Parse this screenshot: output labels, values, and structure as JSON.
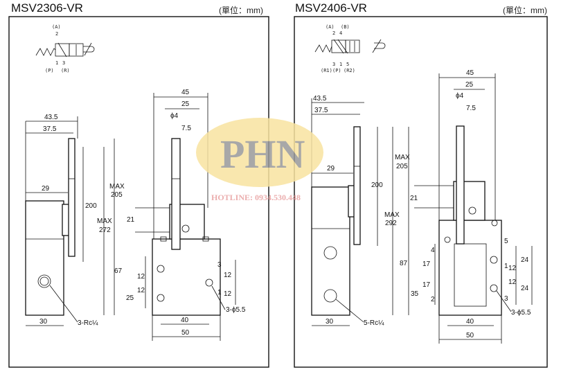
{
  "left": {
    "title": "MSV2306-VR",
    "unit": "(單位：mm)",
    "symbol": {
      "a": "(A)",
      "n2": "2",
      "n1": "1",
      "n3": "3",
      "p": "(P)",
      "r": "(R)"
    },
    "dims": {
      "d43_5": "43.5",
      "d37_5": "37.5",
      "d29": "29",
      "d200": "200",
      "d30": "30",
      "rc": "3-Rc¼",
      "d45": "45",
      "d25": "25",
      "phi4": "ϕ4",
      "d7_5": "7.5",
      "max": "MAX",
      "d205": "205",
      "max2": "MAX",
      "d272": "272",
      "d67": "67",
      "d21": "21",
      "d12a": "12",
      "d12b": "12",
      "d25b": "25",
      "p3": "3",
      "d12c": "12",
      "p1": "1",
      "d12d": "12",
      "hole": "3-ϕ5.5",
      "d40": "40",
      "d50": "50"
    }
  },
  "right": {
    "title": "MSV2406-VR",
    "unit": "(單位：mm)",
    "symbol": {
      "a": "(A)",
      "b": "(B)",
      "n2": "2",
      "n4": "4",
      "n3": "3",
      "n1": "1",
      "n5": "5",
      "r1": "(R1)",
      "p": "(P)",
      "r2": "(R2)"
    },
    "dims": {
      "d43_5": "43.5",
      "d37_5": "37.5",
      "d29": "29",
      "d200": "200",
      "d30": "30",
      "rc": "5-Rc¼",
      "d45": "45",
      "d25": "25",
      "phi4": "ϕ4",
      "d7_5": "7.5",
      "max": "MAX",
      "d205": "205",
      "d21": "21",
      "max2": "MAX",
      "d292": "292",
      "d87": "87",
      "p4": "4",
      "d17a": "17",
      "d17b": "17",
      "d35": "35",
      "p2": "2",
      "p5": "5",
      "p1": "1",
      "d24a": "24",
      "d12a": "12",
      "d12b": "12",
      "d24b": "24",
      "p3": "3",
      "hole": "3-ϕ5.5",
      "d40": "40",
      "d50": "50"
    }
  },
  "watermark": {
    "logo": "PHN",
    "hotline": "HOTLINE: 0934.530.448"
  }
}
